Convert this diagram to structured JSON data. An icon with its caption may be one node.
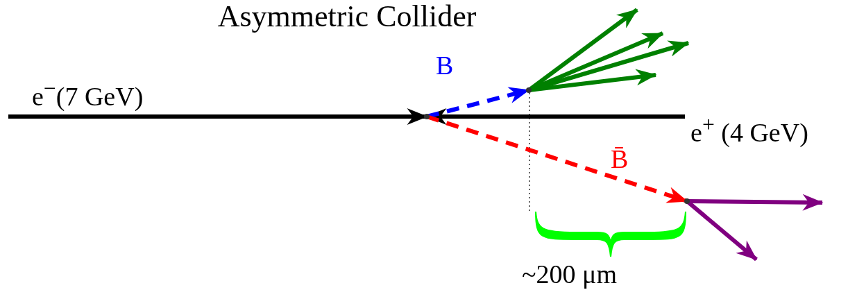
{
  "diagram": {
    "title": "Asymmetric Collider",
    "nodes": [
      {
        "text": [],
        "shape": "point"
      },
      {
        "text": [],
        "shape": "point"
      },
      {
        "text": [
          "e$^{+}$ (4 GeV)"
        ]
      },
      {
        "text": [],
        "shape": "point"
      }
    ],
    "edges": [
      {
        "from": null,
        "to": 0,
        "arrow": "to",
        "label": "e$^{−}$(7 GeV)",
        "color": "#000000"
      },
      {
        "from": 2,
        "to": 0,
        "arrow": "to",
        "color": "#000000"
      },
      {
        "from": 0,
        "to": 1,
        "arrow": "to",
        "style": "dashed",
        "color": "#0000ff",
        "label": "B"
      },
      {
        "from": 0,
        "to": 3,
        "arrow": "to",
        "style": "dashed",
        "color": "#ff0000",
        "label": "B̄"
      },
      {
        "from": 1,
        "to": null,
        "arrow": "to",
        "color": "#008000"
      },
      {
        "from": 1,
        "to": null,
        "arrow": "to",
        "color": "#008000"
      },
      {
        "from": 1,
        "to": null,
        "arrow": "to",
        "color": "#008000"
      },
      {
        "from": 1,
        "to": null,
        "arrow": "to",
        "color": "#008000"
      },
      {
        "from": 3,
        "to": null,
        "arrow": "to",
        "color": "#800080"
      },
      {
        "from": 3,
        "to": null,
        "arrow": "to",
        "color": "#800080"
      }
    ],
    "labels": [
      "~200 μm"
    ]
  }
}
